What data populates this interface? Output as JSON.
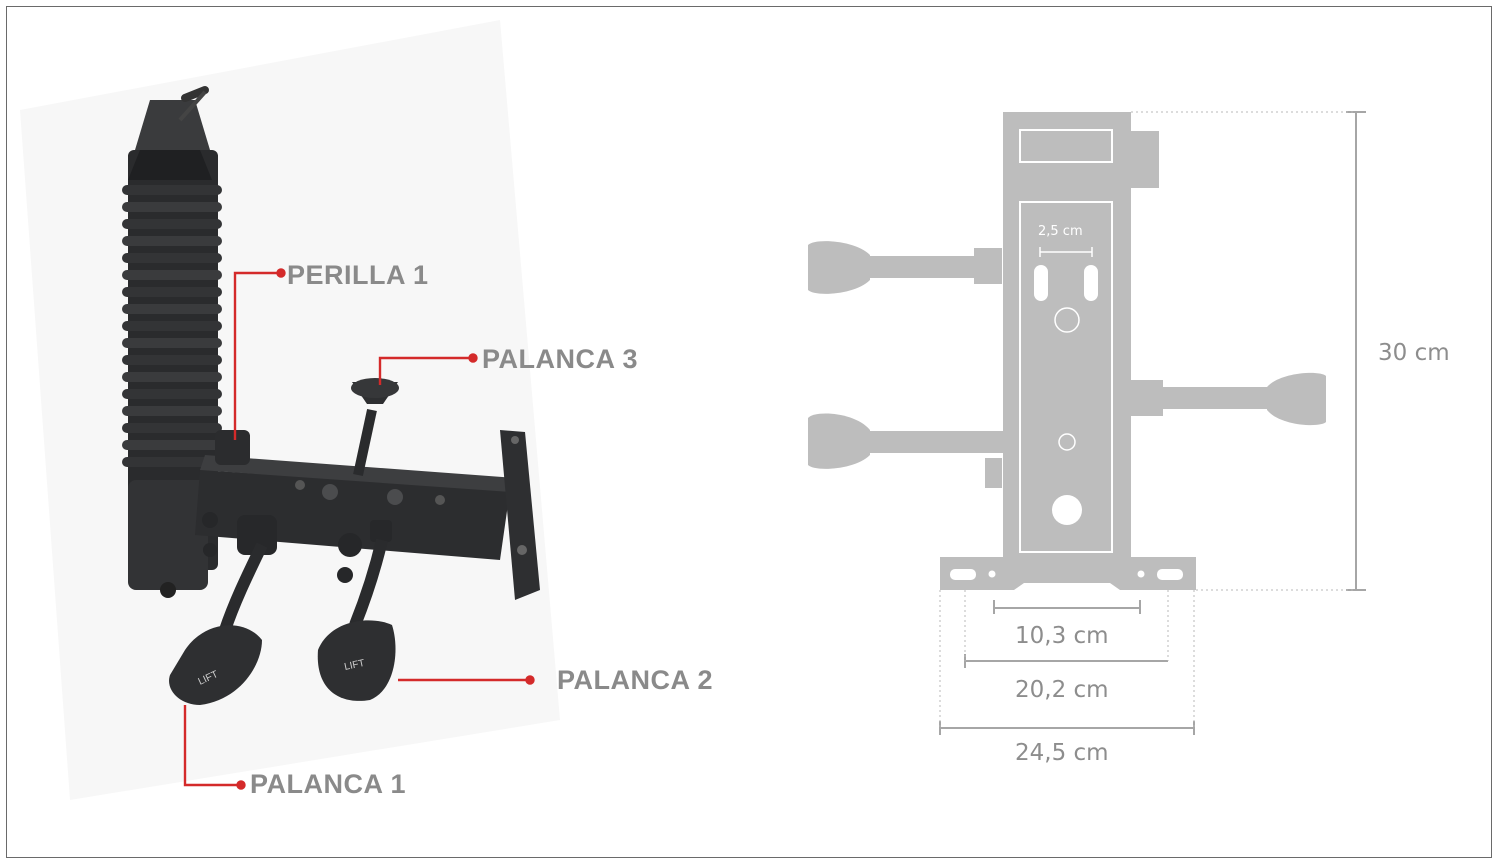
{
  "photo_callouts": {
    "perilla_1": "PERILLA 1",
    "palanca_3": "PALANCA 3",
    "palanca_2": "PALANCA 2",
    "palanca_1": "PALANCA 1"
  },
  "lever_text": "LIFT",
  "dimensions": {
    "hole_spacing": "2,5 cm",
    "height": "30 cm",
    "inner_width": "10,3 cm",
    "mid_width": "20,2 cm",
    "outer_width": "24,5 cm"
  },
  "colors": {
    "callout_line": "#d42a2a",
    "label": "#8a8a8a",
    "diagram_fill": "#bdbdbd",
    "mechanism_dark": "#2b2c2e"
  }
}
